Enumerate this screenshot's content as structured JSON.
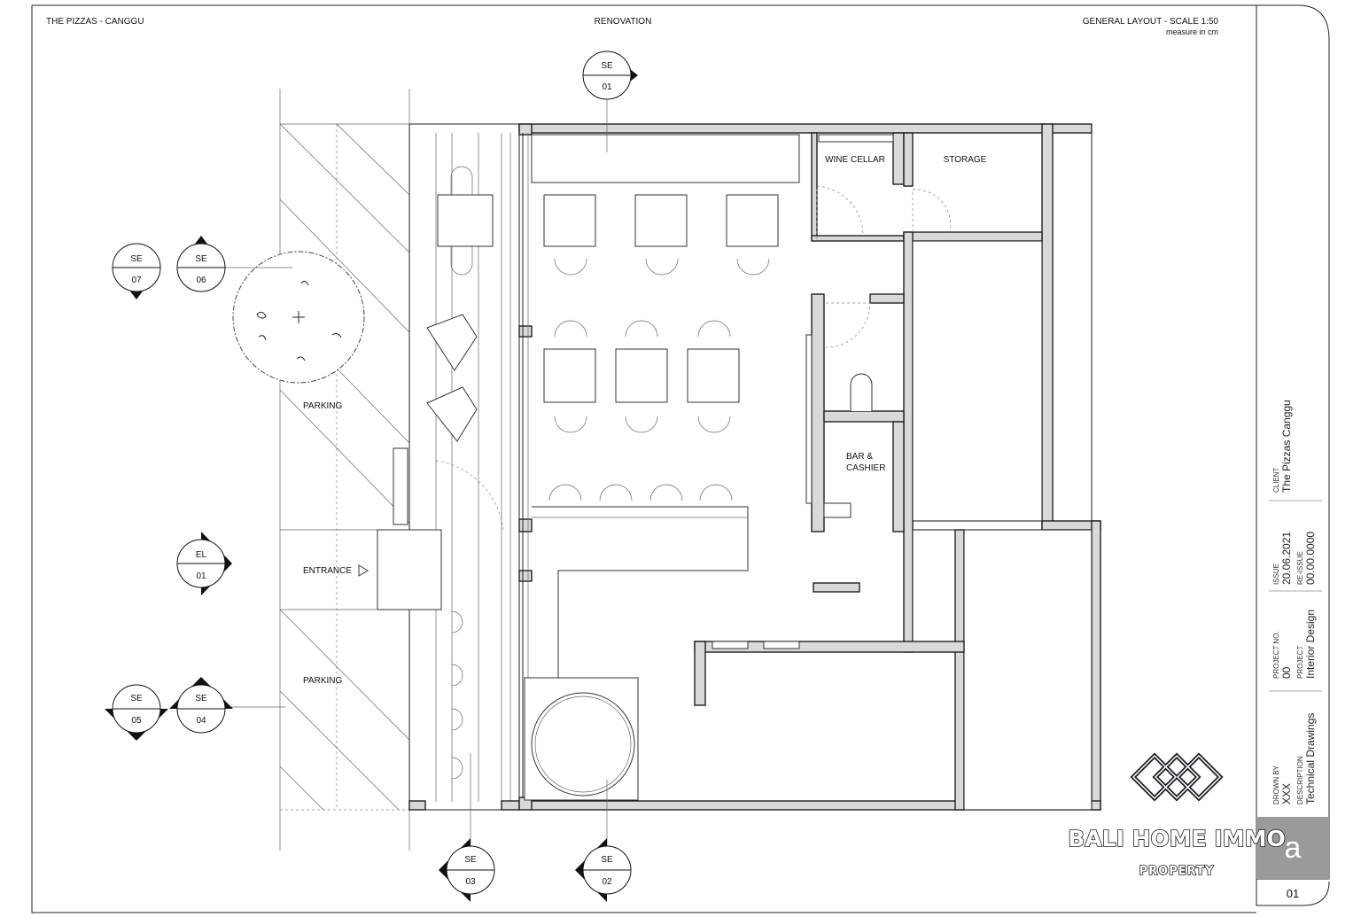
{
  "header": {
    "project_name": "THE PIZZAS - CANGGU",
    "type": "RENOVATION",
    "sheet_title": "GENERAL LAYOUT - SCALE 1:50",
    "units_note": "measure in cm"
  },
  "rooms": {
    "wine_cellar": "WINE CELLAR",
    "storage": "STORAGE",
    "bar_line1": "BAR &",
    "bar_line2": "CASHIER",
    "parking_top": "PARKING",
    "entrance": "ENTRANCE",
    "parking_bottom": "PARKING"
  },
  "markers": [
    {
      "code": "SE",
      "num": "01"
    },
    {
      "code": "SE",
      "num": "06"
    },
    {
      "code": "SE",
      "num": "07"
    },
    {
      "code": "EL",
      "num": "01"
    },
    {
      "code": "SE",
      "num": "05"
    },
    {
      "code": "SE",
      "num": "04"
    },
    {
      "code": "SE",
      "num": "03"
    },
    {
      "code": "SE",
      "num": "02"
    }
  ],
  "title_block": {
    "client_label": "CLIENT",
    "client": "The Pizzas Canggu",
    "issue_label": "ISSUE",
    "issue": "20.06.2021",
    "reissue_label": "RE-ISSUE",
    "reissue": "00.00.0000",
    "project_no_label": "PROJECT NO.",
    "project_no": "00",
    "project_label": "PROJECT",
    "project": "Interior Design",
    "drawn_by_label": "DROWN BY",
    "drawn_by": "XXX",
    "description_label": "DESCRIPTION",
    "description": "Technical Drawings",
    "revision": "a",
    "sheet_number": "01"
  },
  "watermark": {
    "brand": "BALI HOME IMMO",
    "sub": "PROPERTY"
  }
}
